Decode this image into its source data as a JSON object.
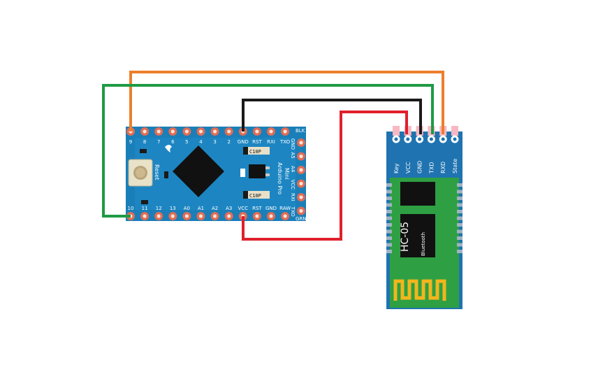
{
  "arduino": {
    "name_line1": "Arduino Pro",
    "name_line2": "Mini",
    "reset_label": "Reset",
    "top_pins": [
      "9",
      "8",
      "7",
      "6",
      "5",
      "4",
      "3",
      "2",
      "GND",
      "RST",
      "RXI",
      "TXO"
    ],
    "bottom_pins": [
      "10",
      "11",
      "12",
      "13",
      "A0",
      "A1",
      "A2",
      "A3",
      "VCC",
      "RST",
      "GND",
      "RAW"
    ],
    "right_pins": [
      "GND",
      "A5",
      "A4",
      "VCC",
      "RXI",
      "TXO"
    ],
    "corner_top": "BLK",
    "corner_bottom": "GRN",
    "cap_label": "C10P",
    "board_color": "#1a7fb8"
  },
  "hc05": {
    "chip_text": "HC-05",
    "chip_subtext": "Bluetooth",
    "pins": [
      "Key",
      "VCC",
      "GND",
      "TXD",
      "RXD",
      "State"
    ],
    "board_color": "#1f73b0",
    "pcb_color": "#2ea043"
  },
  "wires": {
    "orange": "#ec7f2c",
    "green": "#1f9a45",
    "black": "#1a1a1a",
    "red": "#e0202b"
  }
}
